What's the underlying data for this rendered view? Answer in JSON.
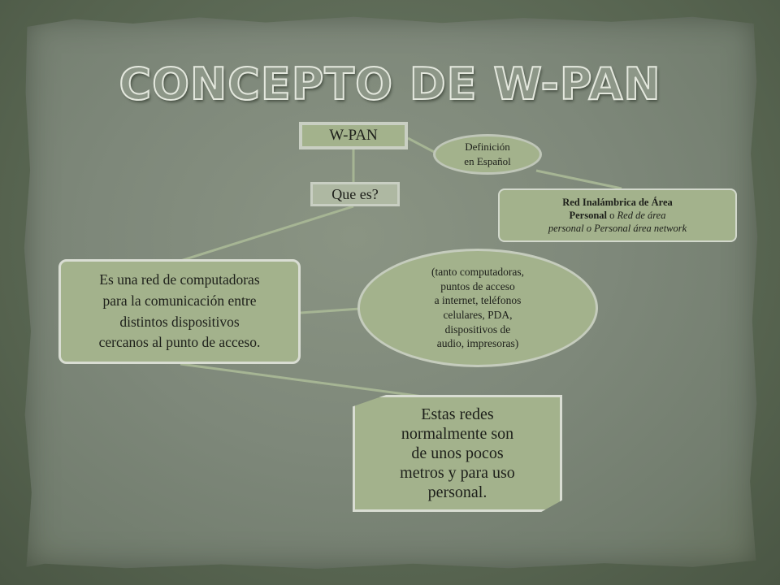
{
  "slide": {
    "title": "CONCEPTO DE W-PAN"
  },
  "nodes": {
    "wpan": "W-PAN",
    "que_es": "Que es?",
    "definicion": {
      "line1": "Definición",
      "line2": "en Español"
    },
    "red_inalambrica": {
      "bold_line1": "Red Inalámbrica de Área",
      "bold_line2": "Personal",
      "connector": " o ",
      "italic_line2": "Red de área",
      "italic_line3": "personal o Personal área network"
    },
    "main_definition": {
      "line1": "Es una red de computadoras",
      "line2": "para la comunicación entre",
      "line3": "distintos dispositivos",
      "line4": "cercanos al punto de acceso."
    },
    "devices": {
      "line1": "(tanto computadoras,",
      "line2": "puntos de acceso",
      "line3": "a internet, teléfonos",
      "line4": "celulares, PDA,",
      "line5": "dispositivos de",
      "line6": "audio, impresoras)"
    },
    "range": {
      "line1": "Estas redes",
      "line2": "normalmente son",
      "line3": "de unos pocos",
      "line4": "metros y para uso",
      "line5": "personal."
    }
  },
  "colors": {
    "node_fill": "#a3b28c",
    "connector": "#a6b594",
    "board": "#7e887a"
  }
}
